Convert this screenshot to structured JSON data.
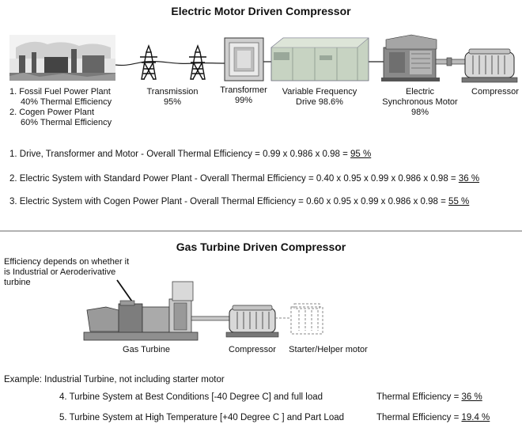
{
  "electric": {
    "title": "Electric Motor Driven Compressor",
    "labels": {
      "plant_1": "1.  Fossil Fuel Power Plant",
      "plant_1_eff": "40% Thermal Efficiency",
      "plant_2": "2.  Cogen Power Plant",
      "plant_2_eff": "60% Thermal Efficiency",
      "transmission": "Transmission",
      "transmission_eff": "95%",
      "transformer": "Transformer",
      "transformer_eff": "99%",
      "vfd": "Variable Frequency",
      "vfd_eff": "Drive   98.6%",
      "motor": "Electric",
      "motor_2": "Synchronous Motor",
      "motor_eff": "98%",
      "compressor": "Compressor"
    },
    "equations": [
      {
        "prefix": "1.   Drive, Transformer and Motor    -  Overall Thermal Efficiency =  0.99 x 0.986 x 0.98 = ",
        "result": "95 %"
      },
      {
        "prefix": "2.  Electric System with Standard Power Plant - Overall Thermal Efficiency = 0.40 x 0.95 x 0.99 x 0.986 x 0.98 = ",
        "result": "36 %"
      },
      {
        "prefix": "3.  Electric System with Cogen Power Plant   -    Overall Thermal Efficiency = 0.60 x 0.95 x 0.99 x 0.986 x 0.98 = ",
        "result": "55 %"
      }
    ]
  },
  "gas": {
    "title": "Gas Turbine Driven Compressor",
    "note_1": "Efficiency depends on whether it",
    "note_2": "is Industrial or Aeroderivative",
    "note_3": "turbine",
    "labels": {
      "gas_turbine": "Gas Turbine",
      "compressor": "Compressor",
      "starter": "Starter/Helper motor"
    },
    "example": "Example:  Industrial Turbine, not including starter motor",
    "results": [
      {
        "text": "4.  Turbine System at Best Conditions [-40 Degree C] and full load",
        "eff_label": "Thermal Efficiency =  ",
        "value": "36 %"
      },
      {
        "text": "5.  Turbine System at High Temperature [+40 Degree C ] and Part Load",
        "eff_label": "Thermal Efficiency = ",
        "value": "19.4 %"
      }
    ]
  },
  "colors": {
    "line": "#222222",
    "metal_dark": "#6f6f6f",
    "metal_mid": "#a9a9a9",
    "metal_light": "#d8d8d8",
    "vfd_green": "#c7d3c2"
  }
}
